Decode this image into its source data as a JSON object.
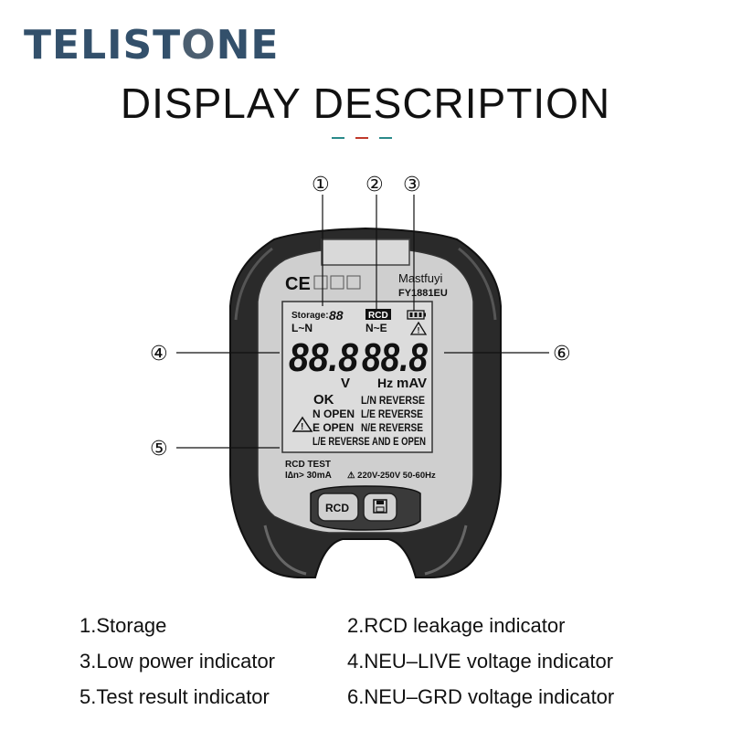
{
  "brand": {
    "text_main": "TELIST",
    "text_o": "O",
    "text_tail": "NE"
  },
  "title": "DISPLAY DESCRIPTION",
  "accent_dashes": [
    "#2a8a8a",
    "#c0392b",
    "#2a8a8a"
  ],
  "callouts": [
    "①",
    "②",
    "③",
    "④",
    "⑤",
    "⑥"
  ],
  "device": {
    "ce_mark": "CE",
    "brand": "Mastfuyi",
    "model": "FY1881EU",
    "lcd": {
      "storage_label": "Storage:",
      "storage_digits": "88",
      "rcd_badge": "RCD",
      "ln_label": "L~N",
      "ne_label": "N~E",
      "left_digits": "88.8",
      "right_digits": "88.8",
      "unit_v": "V",
      "unit_hz": "Hz",
      "unit_mav": "mAV",
      "status_ok": "OK",
      "status_ln_reverse": "L/N REVERSE",
      "status_n_open": "N OPEN",
      "status_le_reverse": "L/E REVERSE",
      "status_e_open": "E OPEN",
      "status_ne_reverse": "N/E REVERSE",
      "status_le_reverse_e_open": "L/E REVERSE AND E OPEN"
    },
    "rcd_test_label": "RCD TEST",
    "rcd_test_current": "I∆n> 30mA",
    "voltage_spec": "⚠ 220V-250V  50-60Hz",
    "rcd_button": "RCD"
  },
  "captions": [
    "1.Storage",
    "2.RCD leakage indicator",
    "3.Low power indicator",
    "4.NEU–LIVE voltage indicator",
    "5.Test result indicator",
    "6.NEU–GRD voltage indicator"
  ]
}
